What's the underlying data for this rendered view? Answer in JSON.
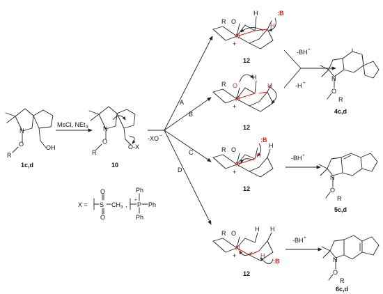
{
  "labels": {
    "comp_1": "1c,d",
    "comp_10": "10",
    "comp_12a": "12",
    "comp_12b": "12",
    "comp_12c": "12",
    "comp_12d": "12",
    "comp_4": "4c,d",
    "comp_5": "5c,d",
    "comp_6": "6c,d"
  },
  "reagents": {
    "step1": "MsCl, NEt",
    "step1_sub": "3",
    "minus_xo": "-XO",
    "minus_xo_sup": "−",
    "minus_bh": "-BH",
    "minus_bh_sup": "+",
    "minus_h": "-H",
    "minus_h_sup": "+"
  },
  "paths": {
    "A": "A",
    "B": "B",
    "C": "C",
    "D": "D"
  },
  "atoms": {
    "N": "N",
    "O": "O",
    "OH": "OH",
    "R": "R",
    "OX": "O-X",
    "H": "H",
    "base": ":B",
    "plus": "+",
    "ominus": "-",
    "Oneutral": "O"
  },
  "legend": {
    "x_eq": "X =",
    "s": "S",
    "ch3": "CH",
    "ch3_sub": "3",
    "o": "O",
    "comma": ",",
    "p": "P",
    "ph": "Ph",
    "plus": "+"
  },
  "colors": {
    "ink": "#222222",
    "highlight": "#e0201c"
  }
}
